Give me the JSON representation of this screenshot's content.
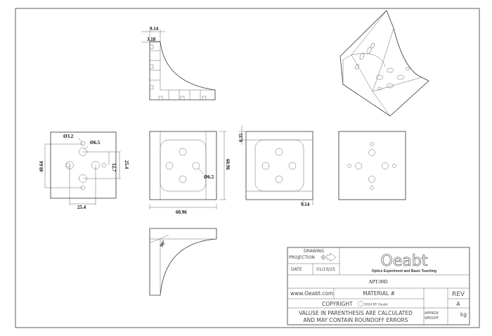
{
  "drawing": {
    "dimensions": {
      "top_width": "9.14",
      "top_thickness": "3.18",
      "left_small_hole": "Ø3.2",
      "left_large_hole": "Ø6.5",
      "left_height": "40.64",
      "left_offset": "12.7",
      "left_spacing_v": "25.4",
      "left_spacing_h": "25.4",
      "front_width": "60.96",
      "front_height": "60.96",
      "front_hole": "Ø6.5",
      "side_offset": "6.35",
      "side_thickness": "9.14",
      "bottom_angle": "90°"
    }
  },
  "title_block": {
    "drawing_label": "DRAWING",
    "projection_label": "PROJECTION",
    "date_label": "DATE",
    "date_value": "01/10/25",
    "logo_text": "Oeabt",
    "logo_subtitle": "Optics Experiment and Basic Teaching",
    "part_number": "APT-90D",
    "website": "www.Oeabt.com",
    "material_label": "MATERIAL #",
    "rev_label": "REV",
    "rev_value": "A",
    "copyright": "COPYRIGHT",
    "copyright_year": "2024 BY Oeabt",
    "note_line1": "VALUSE IN PARENTHESIS ARE CALCULATED",
    "note_line2": "AND MAY CONTAIN ROUNDOFF ERRORS",
    "weight_label1": "APPROX",
    "weight_label2": "WEIGHT",
    "weight_unit": "kg"
  }
}
